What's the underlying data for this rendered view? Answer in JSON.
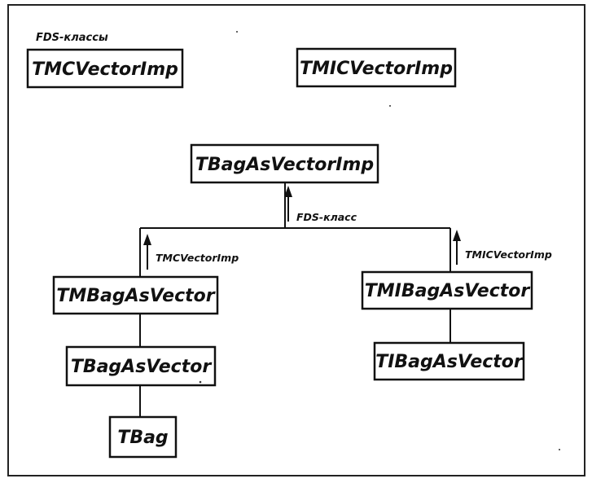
{
  "section_label": "FDS-классы",
  "nodes": {
    "tmc_vector_imp": "TMCVectorImp",
    "tmic_vector_imp": "TMICVectorImp",
    "tbag_as_vector_imp": "TBagAsVectorImp",
    "tmbag_as_vector": "TMBagAsVector",
    "tmibag_as_vector": "TMIBagAsVector",
    "tbag_as_vector": "TBagAsVector",
    "tibag_as_vector": "TIBagAsVector",
    "tbag": "TBag"
  },
  "edge_labels": {
    "fds_class": "FDS-класс",
    "tmc_vector_imp": "TMCVectorImp",
    "tmic_vector_imp": "TMICVectorImp"
  }
}
